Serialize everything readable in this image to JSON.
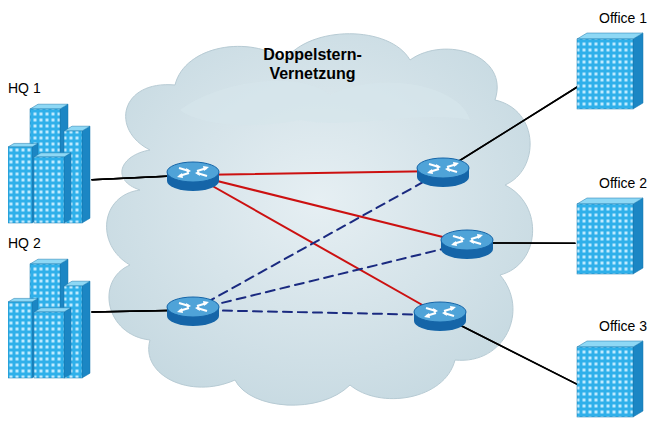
{
  "diagram": {
    "title": "Doppelstern- Vernetzung",
    "nodes": [
      {
        "text": [
          "HQ 1"
        ]
      },
      {
        "text": [
          "HQ 2"
        ]
      },
      {
        "text": [
          "Office 1"
        ]
      },
      {
        "text": [
          "Office 2"
        ]
      },
      {
        "text": [
          "Office 3"
        ]
      }
    ],
    "edges": [
      {
        "from": 0,
        "to": 2,
        "arrow": "none"
      },
      {
        "from": 0,
        "to": 3,
        "arrow": "none"
      },
      {
        "from": 0,
        "to": 4,
        "arrow": "none"
      },
      {
        "from": 1,
        "to": 2,
        "arrow": "none"
      },
      {
        "from": 1,
        "to": 3,
        "arrow": "none"
      },
      {
        "from": 1,
        "to": 4,
        "arrow": "none"
      }
    ]
  }
}
